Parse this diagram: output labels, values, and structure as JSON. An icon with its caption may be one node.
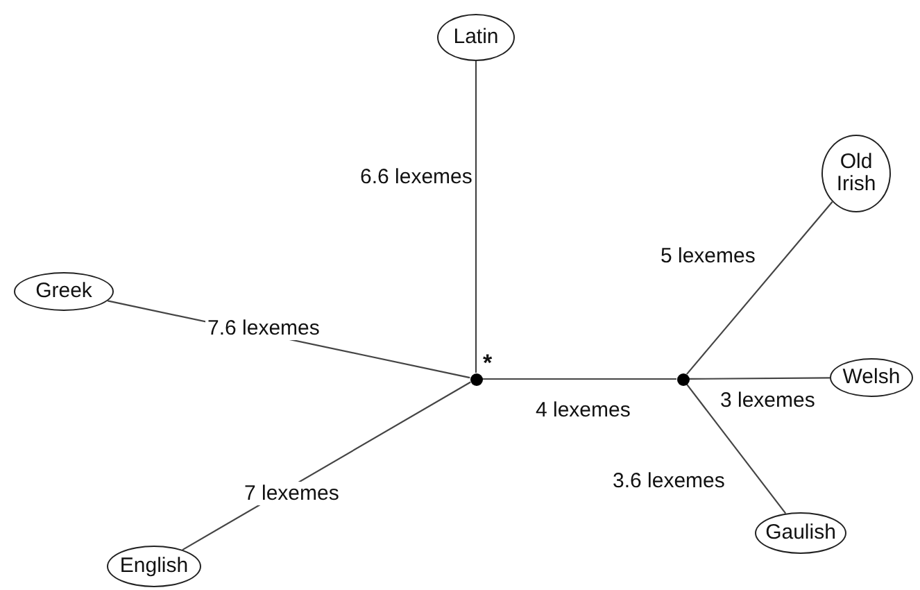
{
  "diagram": {
    "nodes": [
      {
        "text": [
          "Latin"
        ]
      },
      {
        "text": [
          "Old Irish"
        ]
      },
      {
        "text": [
          "Greek"
        ]
      },
      {
        "text": [],
        "shape": "circle",
        "beside": [
          "*"
        ]
      },
      {
        "text": [],
        "shape": "circle"
      },
      {
        "text": [
          "Welsh"
        ]
      },
      {
        "text": [
          "Gaulish"
        ]
      },
      {
        "text": [
          "English"
        ]
      }
    ],
    "edges": [
      {
        "from": 3,
        "to": 0,
        "arrow": "none",
        "label": "6.6 lexemes"
      },
      {
        "from": 2,
        "to": 3,
        "arrow": "none",
        "label": "7.6 lexemes"
      },
      {
        "from": 7,
        "to": 3,
        "arrow": "none",
        "label": "7 lexemes"
      },
      {
        "from": 3,
        "to": 4,
        "arrow": "none",
        "label": "4 lexemes"
      },
      {
        "from": 4,
        "to": 1,
        "arrow": "none",
        "label": "5 lexemes"
      },
      {
        "from": 4,
        "to": 5,
        "arrow": "none",
        "label": "3 lexemes"
      },
      {
        "from": 4,
        "to": 6,
        "arrow": "none",
        "label": "3.6 lexemes"
      }
    ]
  }
}
